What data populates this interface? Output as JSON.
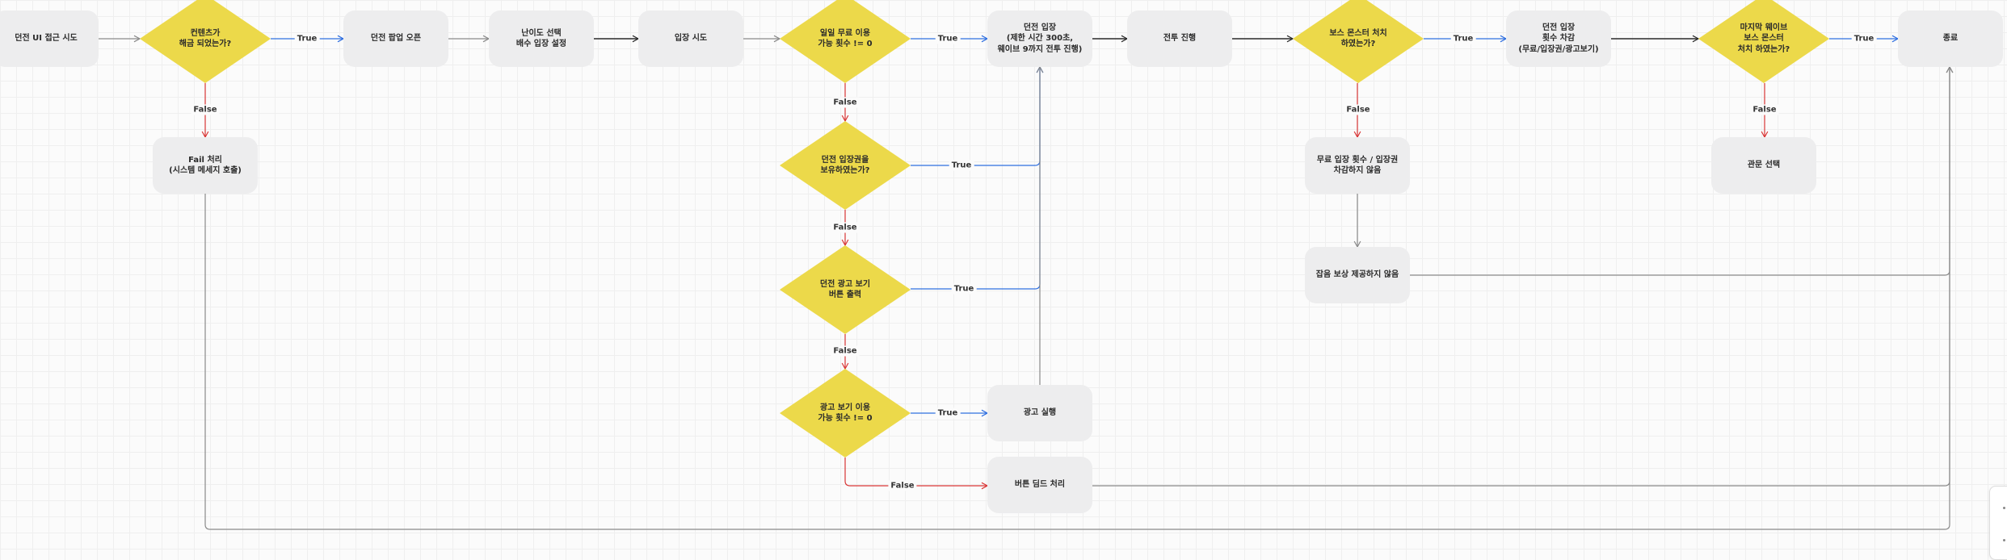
{
  "colors": {
    "neutral": "#8a8a8a",
    "dark": "#2b2b2b",
    "true_blue": "#2f6fe0",
    "false_red": "#d93636",
    "diamond_fill": "#ecd94a",
    "box_fill": "#ededee"
  },
  "nodes": {
    "n_access": "던전 UI 접근 시도",
    "n_content_open": "컨텐츠가\n해금 되었는가?",
    "n_popup": "던전 팝업 오픈",
    "n_difficulty": "난이도 선택\n배수 입장 설정",
    "n_try_enter": "입장 시도",
    "n_daily_free": "일일 무료 이용\n가능 횟수 != 0",
    "n_enter": "던전 입장\n(제한 시간 300초,\n웨이브 9까지 전투 진행)",
    "n_battle": "전투 진행",
    "n_boss": "보스 몬스터 처치\n하였는가?",
    "n_deduct": "던전 입장\n횟수 차감\n(무료/입장권/광고보기)",
    "n_last_wave": "마지막 웨이브\n보스 몬스터\n처치 하였는가?",
    "n_end": "종료",
    "n_fail": "Fail 처리\n(시스템 메세지 호출)",
    "n_ticket": "던전 입장권을\n보유하였는가?",
    "n_ad_button": "던전 광고 보기\n버튼 출력",
    "n_ad_count": "광고 보기 이용\n가능 횟수 != 0",
    "n_ad_play": "광고 실행",
    "n_button_dim": "버튼 딤드 처리",
    "n_no_deduct": "무료 입장 횟수 / 입장권\n차감하지 않음",
    "n_no_reward": "잡음 보상 제공하지 않음",
    "n_give_up": "관문 선택"
  },
  "edge_labels": {
    "true": "True",
    "false": "False"
  },
  "edges": [
    {
      "id": "e1",
      "from": "n_access",
      "to": "n_content_open",
      "kind": "neutral"
    },
    {
      "id": "e2",
      "from": "n_content_open",
      "to": "n_popup",
      "kind": "true",
      "label": "true"
    },
    {
      "id": "e3",
      "from": "n_popup",
      "to": "n_difficulty",
      "kind": "neutral"
    },
    {
      "id": "e4",
      "from": "n_difficulty",
      "to": "n_try_enter",
      "kind": "dark"
    },
    {
      "id": "e5",
      "from": "n_try_enter",
      "to": "n_daily_free",
      "kind": "neutral"
    },
    {
      "id": "e6",
      "from": "n_daily_free",
      "to": "n_enter",
      "kind": "true",
      "label": "true"
    },
    {
      "id": "e7",
      "from": "n_enter",
      "to": "n_battle",
      "kind": "dark"
    },
    {
      "id": "e8",
      "from": "n_battle",
      "to": "n_boss",
      "kind": "dark"
    },
    {
      "id": "e9",
      "from": "n_boss",
      "to": "n_deduct",
      "kind": "true",
      "label": "true"
    },
    {
      "id": "e10",
      "from": "n_deduct",
      "to": "n_last_wave",
      "kind": "dark"
    },
    {
      "id": "e11",
      "from": "n_last_wave",
      "to": "n_end",
      "kind": "true",
      "label": "true"
    },
    {
      "id": "e12",
      "from": "n_content_open",
      "to": "n_fail",
      "kind": "false",
      "label": "false"
    },
    {
      "id": "e13",
      "from": "n_daily_free",
      "to": "n_ticket",
      "kind": "false",
      "label": "false"
    },
    {
      "id": "e14",
      "from": "n_ticket",
      "to": "n_ad_button",
      "kind": "false",
      "label": "false"
    },
    {
      "id": "e15",
      "from": "n_ad_button",
      "to": "n_ad_count",
      "kind": "false",
      "label": "false"
    },
    {
      "id": "e16",
      "from": "n_ticket",
      "to": "n_enter",
      "kind": "true",
      "label": "true"
    },
    {
      "id": "e17",
      "from": "n_ad_button",
      "to": "n_enter",
      "kind": "true",
      "label": "true"
    },
    {
      "id": "e18",
      "from": "n_ad_count",
      "to": "n_ad_play",
      "kind": "true",
      "label": "true"
    },
    {
      "id": "e19",
      "from": "n_ad_play",
      "to": "n_enter",
      "kind": "neutral"
    },
    {
      "id": "e20",
      "from": "n_ad_count",
      "to": "n_button_dim",
      "kind": "false",
      "label": "false"
    },
    {
      "id": "e21",
      "from": "n_boss",
      "to": "n_no_deduct",
      "kind": "false",
      "label": "false"
    },
    {
      "id": "e22",
      "from": "n_no_deduct",
      "to": "n_no_reward",
      "kind": "neutral"
    },
    {
      "id": "e23",
      "from": "n_last_wave",
      "to": "n_give_up",
      "kind": "false",
      "label": "false"
    },
    {
      "id": "e24",
      "from": "n_no_reward",
      "to": "n_end",
      "kind": "neutral"
    },
    {
      "id": "e25",
      "from": "n_button_dim",
      "to": "n_end",
      "kind": "neutral"
    },
    {
      "id": "e26",
      "from": "n_fail",
      "to": "n_end",
      "kind": "neutral"
    }
  ]
}
